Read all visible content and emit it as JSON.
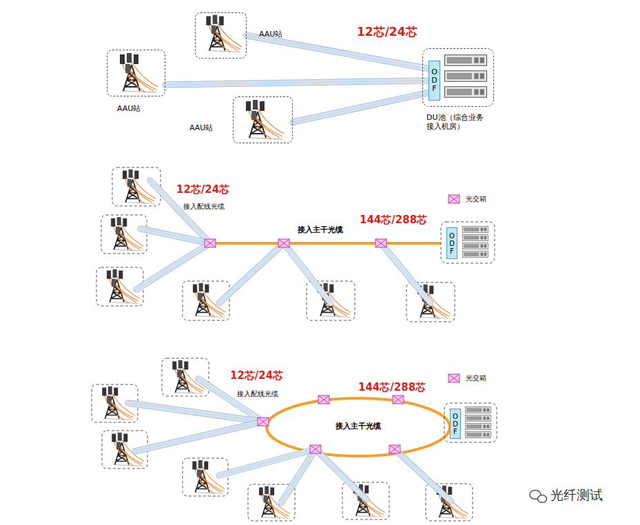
{
  "diagram": {
    "nodes": [
      {
        "text": [
          "AAU站"
        ]
      },
      {
        "text": [
          "AAU站"
        ]
      },
      {
        "text": [
          "AAU站"
        ]
      },
      {
        "text": [
          "DU池（综合业务接入机房）"
        ]
      },
      {
        "text": [
          "ODF"
        ],
        "in": 3
      },
      {
        "text": [
          "ODF"
        ]
      },
      {
        "text": [
          "ODF"
        ]
      }
    ],
    "edges": [
      {
        "from": 0,
        "to": 4,
        "arrow": "none"
      },
      {
        "from": 1,
        "to": 4,
        "arrow": "none"
      },
      {
        "from": 2,
        "to": 4,
        "arrow": "none"
      }
    ],
    "labels": [
      "12芯/24芯",
      "12芯/24芯",
      "接入配线光缆",
      "144芯/288芯",
      "接入主干光缆",
      "12芯/24芯",
      "144芯/288芯",
      "接入配线光缆",
      "接入主干光缆",
      "光纤测试"
    ],
    "legend": [
      {
        "text": "光交箱"
      },
      {
        "text": "光交箱"
      }
    ]
  }
}
